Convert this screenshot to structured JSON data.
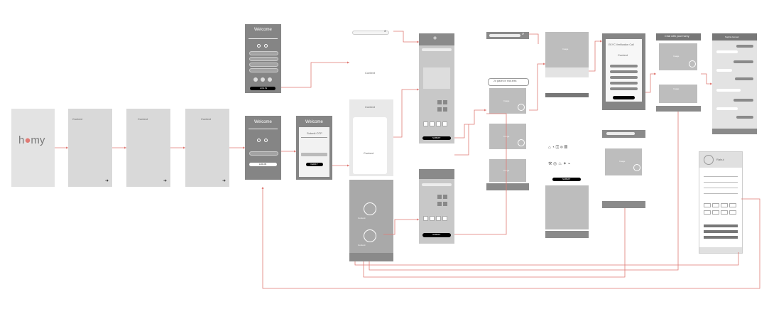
{
  "logo": {
    "prefix": "h",
    "suffix": "my"
  },
  "screens": {
    "content_label": "Content",
    "welcome_title": "Welcome",
    "submit_otp": "Submit OTP",
    "verify_label": "VERIFY",
    "login_label": "LOG IN",
    "submit_label": "SUBMIT",
    "search_label": "Search",
    "image_label": "Image",
    "listings_title": "2# places in that area",
    "ekyc_title": "EKYC Verification Call",
    "chat_title": "Chat with your homy",
    "contact_name": "Sophia Gomez",
    "profile_name": "Rahul",
    "next_icon": "arrow-right-icon",
    "pin_icon": "map-pin-icon",
    "search_icon": "search-icon"
  },
  "colors": {
    "screen": "#d9d9d9",
    "dark": "#858585",
    "connector": "#e07a74",
    "black": "#000000"
  }
}
